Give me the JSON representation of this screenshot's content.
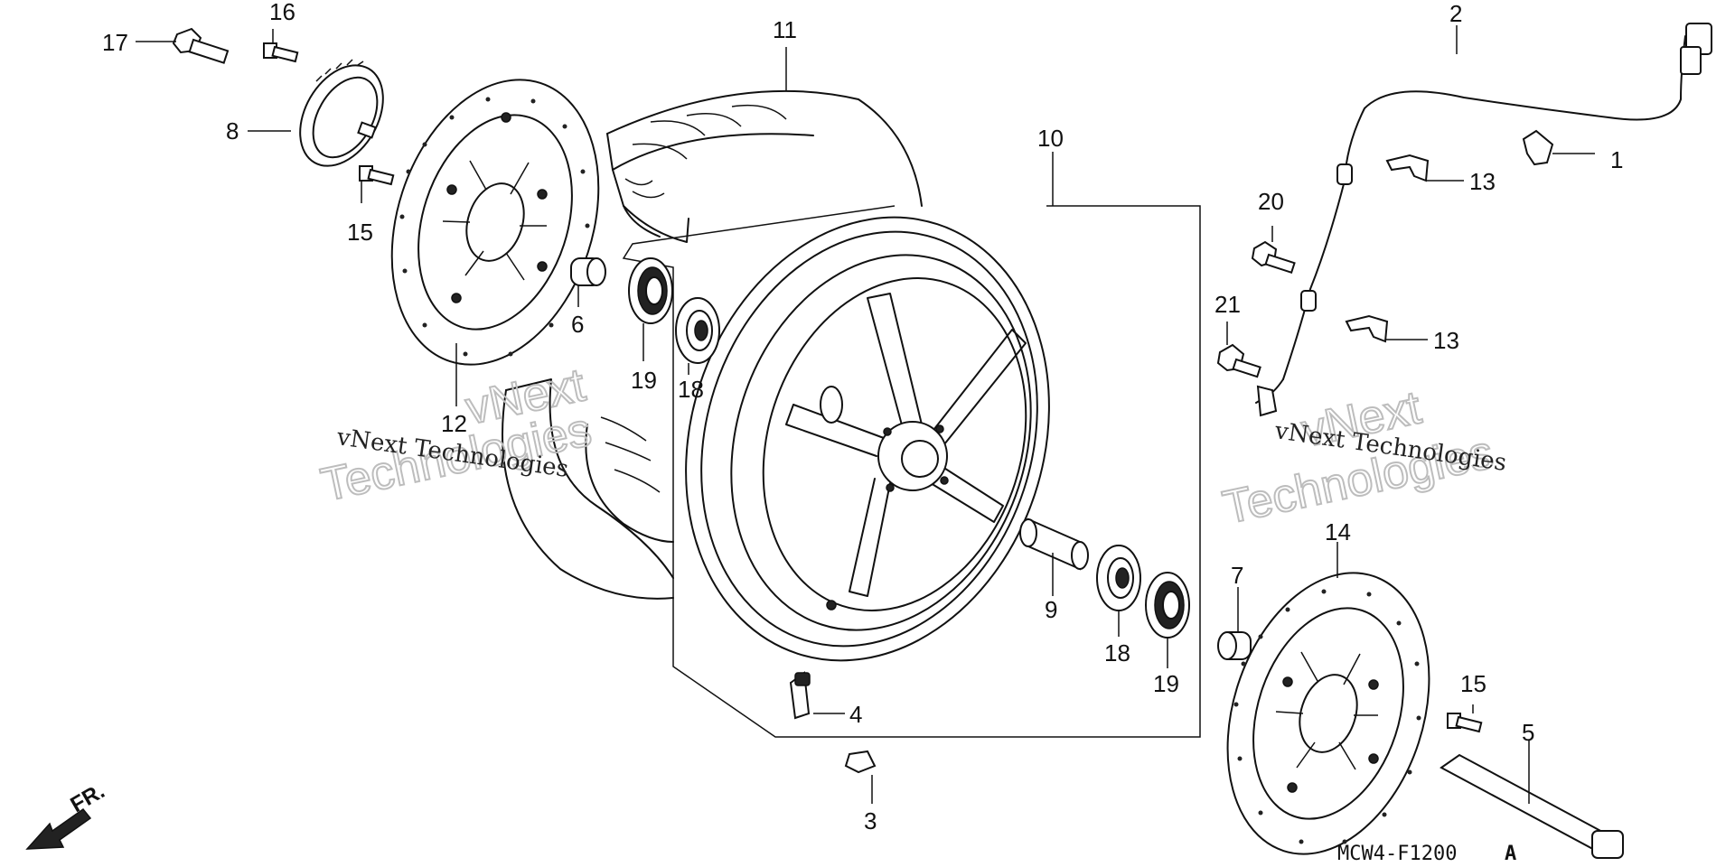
{
  "callouts": [
    "1",
    "2",
    "3",
    "4",
    "5",
    "6",
    "7",
    "8",
    "9",
    "10",
    "11",
    "12",
    "13",
    "13",
    "14",
    "15",
    "15",
    "16",
    "17",
    "18",
    "18",
    "19",
    "19",
    "20",
    "21"
  ],
  "watermark": {
    "small": "vNext Technologies",
    "big_line1": "vNext",
    "big_line2": "Technologies"
  },
  "diagram_code": "MCW4-F1200",
  "diagram_code_suffix": "A",
  "direction_label": "FR."
}
